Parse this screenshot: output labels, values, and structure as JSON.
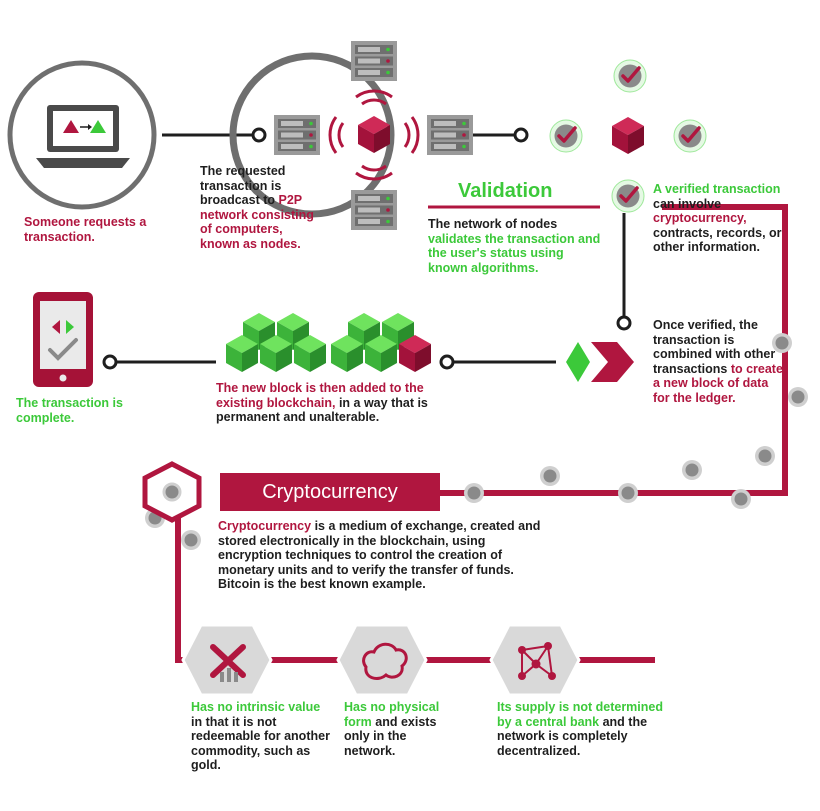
{
  "colors": {
    "crimson": "#b0163f",
    "green": "#3cc93a",
    "dark": "#1e1e1e",
    "gray": "#8a8a8a"
  },
  "icons": [
    "laptop-icon",
    "server-icon",
    "blockchain-cube-icon",
    "checkmark-icon",
    "smartphone-icon",
    "block-stack-icon",
    "merge-arrow-icon",
    "broken-value-icon",
    "cloud-shape-icon",
    "network-nodes-icon"
  ],
  "step_request": {
    "text": "Someone requests a transaction."
  },
  "step_broadcast": {
    "part1": "The requested transaction is broadcast to ",
    "highlight": "P2P network consisting of computers, known as nodes."
  },
  "validation": {
    "title": "Validation",
    "part1": "The network of nodes ",
    "highlight": "validates the transaction and the user's status using known algorithms."
  },
  "verified": {
    "highlight1": "A verified transaction",
    "part2": " can involve ",
    "highlight2": "cryptocurrency,",
    "part3": " contracts, records, or other information."
  },
  "combined": {
    "part1": "Once verified, the transaction is combined with other transactions ",
    "highlight": "to create a new block of data for the ledger."
  },
  "new_block": {
    "highlight": "The new block is then added to the existing blockchain,",
    "part2": " in a way that is permanent and unalterable."
  },
  "complete": {
    "text": "The transaction is complete."
  },
  "crypto": {
    "banner": "Cryptocurrency",
    "highlight": "Cryptocurrency",
    "part2": " is a medium of exchange, created and stored electronically in the blockchain, using encryption techniques to control the creation of monetary units and to verify the transfer of funds. Bitcoin is the best known example."
  },
  "prop1": {
    "highlight": "Has no intrinsic value",
    "part2": " in that it is not redeemable for another commodity, such as gold."
  },
  "prop2": {
    "highlight": "Has no physical form",
    "part2": " and exists only in the network."
  },
  "prop3": {
    "highlight": "Its supply is not determined by a central bank",
    "part2": " and the network is completely decentralized."
  }
}
